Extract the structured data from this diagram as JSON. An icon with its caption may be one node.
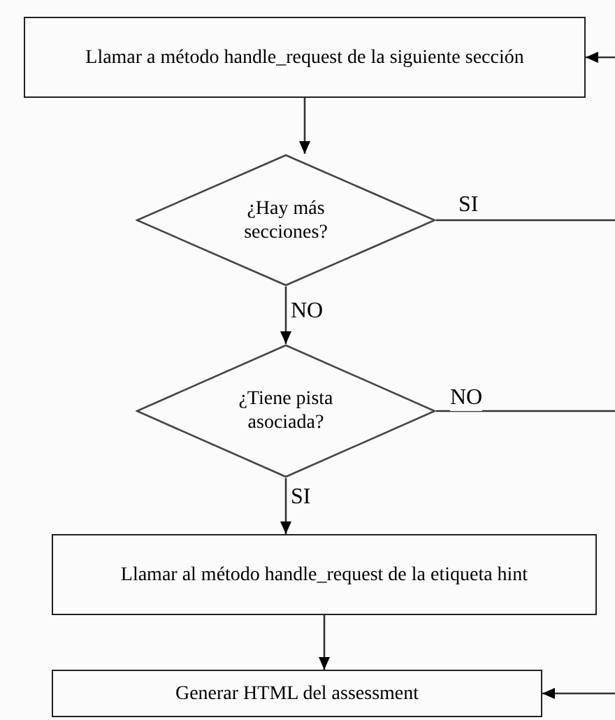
{
  "diagram": {
    "nodes": [
      {
        "text": [
          "Llamar a método handle_request de la siguiente sección"
        ]
      },
      {
        "text": [
          "¿Hay más secciones?"
        ]
      },
      {
        "text": [
          "¿Tiene pista asociada?"
        ]
      },
      {
        "text": [
          "Llamar al método handle_request de la etiqueta hint"
        ]
      },
      {
        "text": [
          "Generar HTML del assessment"
        ]
      }
    ],
    "edges": [
      {
        "from": 0,
        "to": 1,
        "arrow": "to"
      },
      {
        "from": 1,
        "to": null,
        "arrow": "none",
        "label": "SI"
      },
      {
        "from": 1,
        "to": 2,
        "arrow": "to",
        "label": "NO"
      },
      {
        "from": 2,
        "to": null,
        "arrow": "none",
        "label": "NO"
      },
      {
        "from": 2,
        "to": 3,
        "arrow": "to",
        "label": "SI"
      },
      {
        "from": 3,
        "to": 4,
        "arrow": "to"
      },
      {
        "from": null,
        "to": 0,
        "arrow": "to"
      },
      {
        "from": null,
        "to": 4,
        "arrow": "to"
      }
    ]
  }
}
